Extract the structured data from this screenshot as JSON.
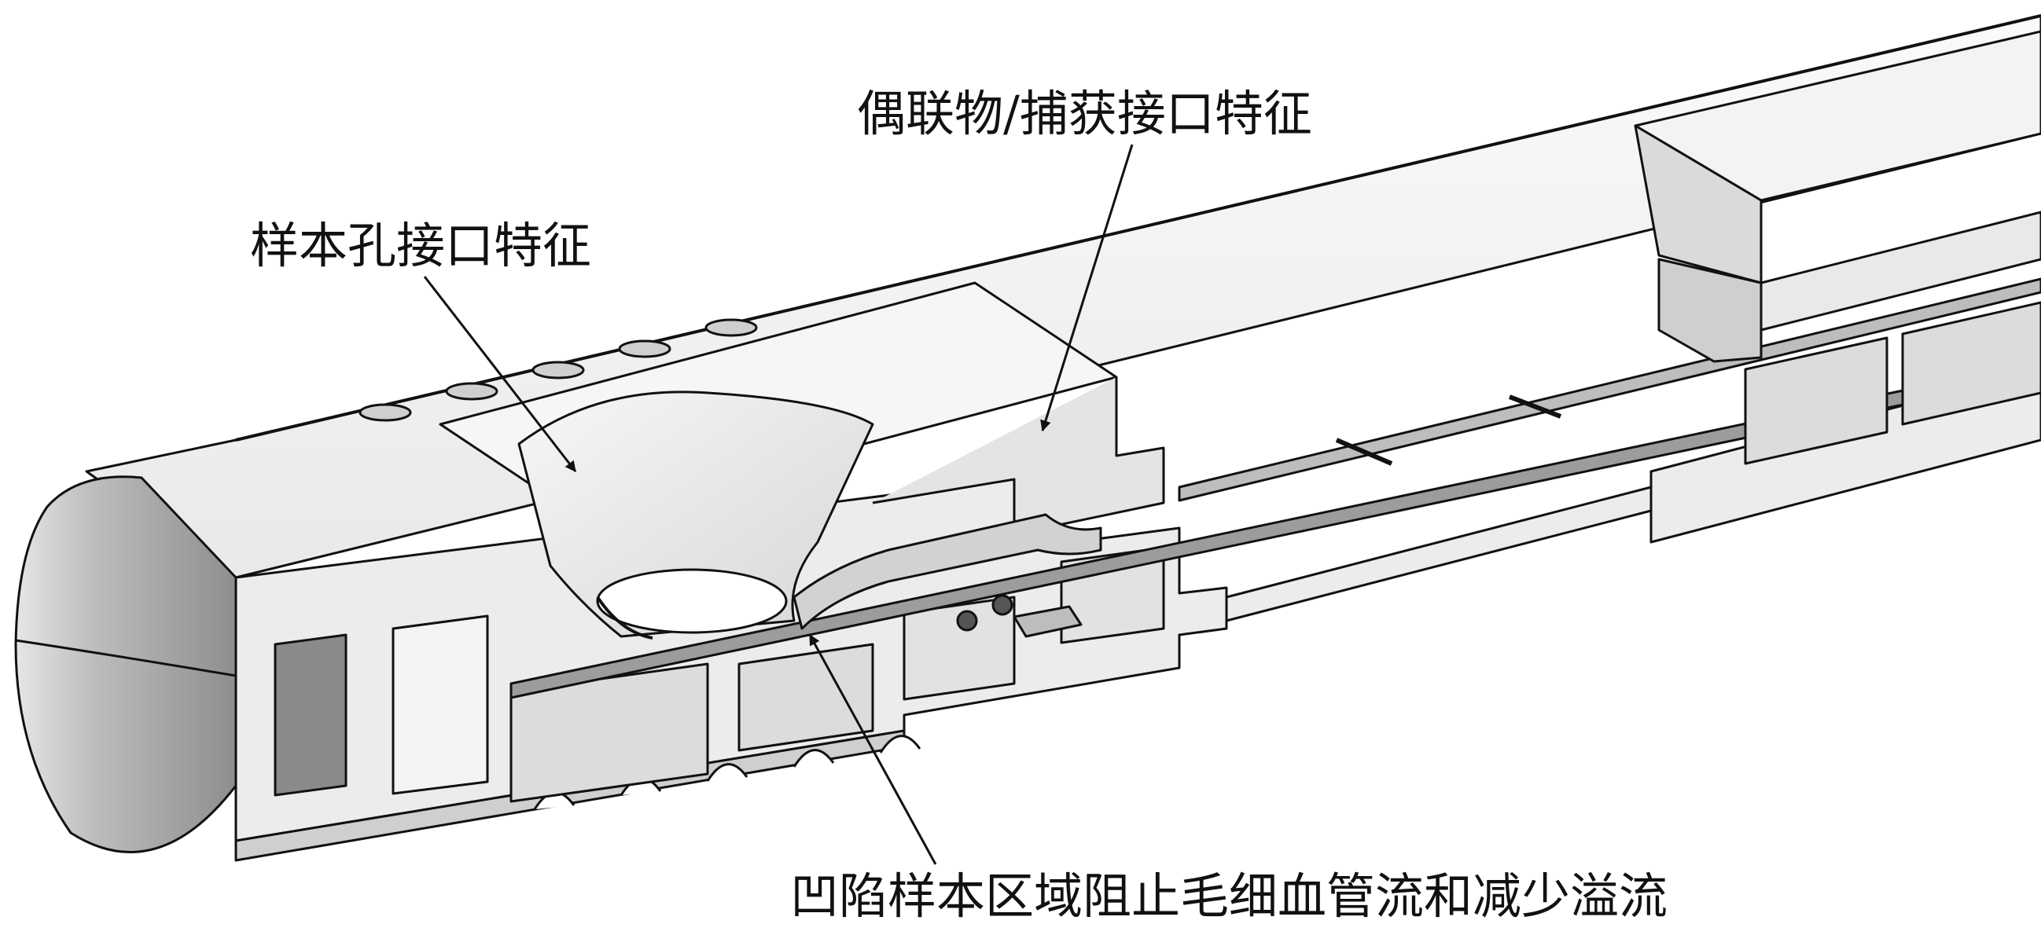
{
  "labels": {
    "sample_port": "样本孔接口特征",
    "conjugate_port": "偶联物/捕获接口特征",
    "recessed_area": "凹陷样本区域阻止毛细血管流和减少溢流"
  },
  "colors": {
    "line": "#111111",
    "light": "#efefef",
    "mid": "#d8d8d8",
    "dark": "#a9a9a9",
    "shadow": "#7a7a7a",
    "background": "#ffffff"
  }
}
